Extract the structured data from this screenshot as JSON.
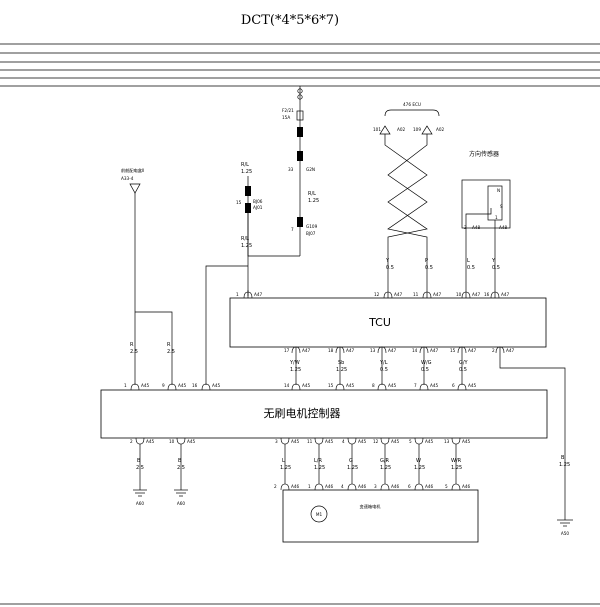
{
  "title": "DCT(*4*5*6*7)",
  "modules": {
    "tcu": "TCU",
    "brushless_controller": "无刷电机控制器",
    "shift_motor": "变速箱电机",
    "motor_symbol": "M1",
    "ecu_476": "476 ECU",
    "direction_sensor": "方向传感器",
    "front_fuse_box": "前舱配电盒II",
    "front_fuse_pin": "A33-4"
  },
  "ecu_pins": {
    "left": "101",
    "left_conn": "A02",
    "right": "109",
    "right_conn": "A02"
  },
  "sensor": {
    "inner_n": "N",
    "inner_s": "S",
    "pin_left": "2",
    "pin_left_conn": "A48",
    "pin_right": "1",
    "pin_right_conn": "A48"
  },
  "top_feed": {
    "fuse_label_1": "F2/21",
    "fuse_label_2": "15A",
    "g2n_pin": "33",
    "g2n": "G2N",
    "wire_upper": {
      "color": "R/L",
      "gauge": "1.25"
    },
    "wire_right": {
      "color": "R/L",
      "gauge": "1.25"
    },
    "bj06_pin": "15",
    "bj06": "BJ06",
    "aj01": "AJ01",
    "wire_lower": {
      "color": "R/L",
      "gauge": "1.25"
    },
    "g109_pin": "7",
    "g109": "G109",
    "bj07": "BJ07"
  },
  "tcu_top_pins": [
    {
      "pin": "1",
      "conn": "A47"
    },
    {
      "pin": "12",
      "conn": "A47",
      "color": "Y",
      "gauge": "0.5"
    },
    {
      "pin": "11",
      "conn": "A47",
      "color": "P",
      "gauge": "0.5"
    },
    {
      "pin": "10",
      "conn": "A47",
      "color": "L",
      "gauge": "0.5"
    },
    {
      "pin": "16",
      "conn": "A47",
      "color": "Y",
      "gauge": "0.5"
    }
  ],
  "tcu_bottom_pins": [
    {
      "pin": "17",
      "conn": "A47",
      "color": "Y/W",
      "gauge": "1.25"
    },
    {
      "pin": "18",
      "conn": "A47",
      "color": "Sb",
      "gauge": "1.25"
    },
    {
      "pin": "13",
      "conn": "A47",
      "color": "Y/L",
      "gauge": "0.5"
    },
    {
      "pin": "14",
      "conn": "A47",
      "color": "W/G",
      "gauge": "0.5"
    },
    {
      "pin": "15",
      "conn": "A47",
      "color": "G/Y",
      "gauge": "0.5"
    },
    {
      "pin": "2",
      "conn": "A47"
    }
  ],
  "ctrl_top_pins": [
    {
      "pin": "1",
      "conn": "A45",
      "color": "R",
      "gauge": "2.5"
    },
    {
      "pin": "9",
      "conn": "A45",
      "color": "R",
      "gauge": "2.5"
    },
    {
      "pin": "16",
      "conn": "A45"
    },
    {
      "pin": "14",
      "conn": "A45"
    },
    {
      "pin": "15",
      "conn": "A45"
    },
    {
      "pin": "8",
      "conn": "A45"
    },
    {
      "pin": "7",
      "conn": "A45"
    },
    {
      "pin": "6",
      "conn": "A45"
    }
  ],
  "ctrl_bottom_pins": [
    {
      "pin": "2",
      "conn": "A45",
      "color": "B",
      "gauge": "2.5"
    },
    {
      "pin": "10",
      "conn": "A45",
      "color": "B",
      "gauge": "2.5"
    },
    {
      "pin": "3",
      "conn": "A45",
      "color": "L",
      "gauge": "1.25"
    },
    {
      "pin": "11",
      "conn": "A45",
      "color": "L/R",
      "gauge": "1.25"
    },
    {
      "pin": "4",
      "conn": "A45",
      "color": "G",
      "gauge": "1.25"
    },
    {
      "pin": "12",
      "conn": "A45",
      "color": "G/R",
      "gauge": "1.25"
    },
    {
      "pin": "5",
      "conn": "A45",
      "color": "W",
      "gauge": "1.25"
    },
    {
      "pin": "13",
      "conn": "A45",
      "color": "W/R",
      "gauge": "1.25"
    }
  ],
  "motor_pins": [
    {
      "pin": "2",
      "conn": "A46"
    },
    {
      "pin": "1",
      "conn": "A46"
    },
    {
      "pin": "4",
      "conn": "A46"
    },
    {
      "pin": "3",
      "conn": "A46"
    },
    {
      "pin": "6",
      "conn": "A46"
    },
    {
      "pin": "5",
      "conn": "A46"
    }
  ],
  "tcu_ground": {
    "color": "B",
    "gauge": "1.25",
    "ground": "A50"
  },
  "grounds": [
    "A60",
    "A60"
  ]
}
